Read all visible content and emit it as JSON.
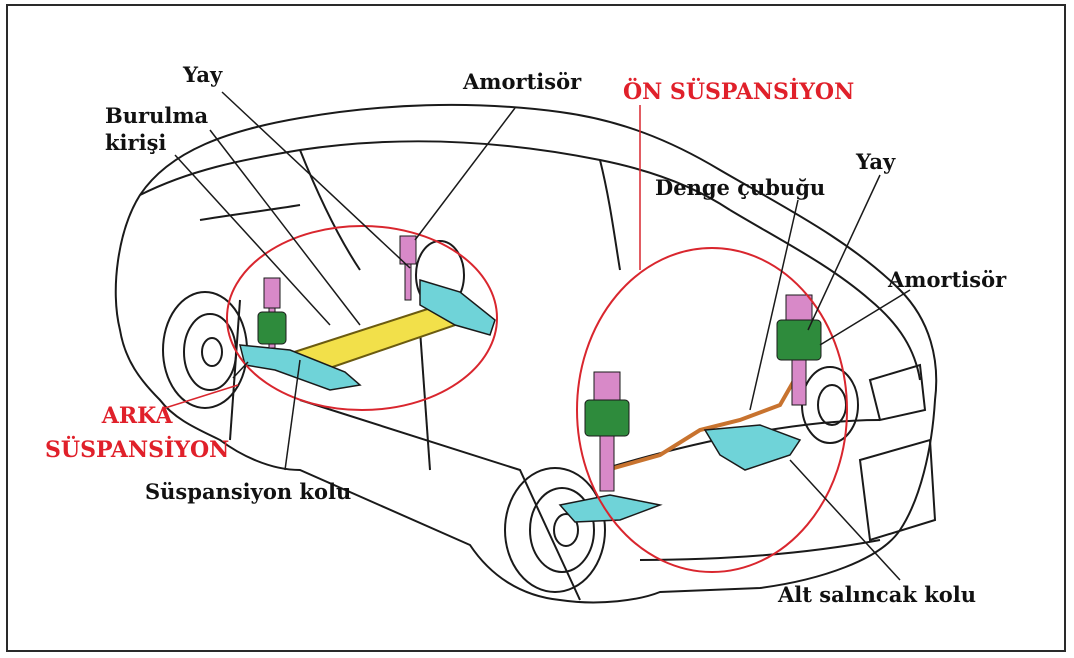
{
  "labels": {
    "rear_spring": "Yay",
    "rear_shock": "Amortisör",
    "torsion_beam": "Burulma\nkirişi",
    "front_suspension": "ÖN SÜSPANSİYON",
    "front_spring": "Yay",
    "stabilizer_bar": "Denge çubuğu",
    "front_shock": "Amortisör",
    "rear_suspension": "ARKA\nSÜSPANSİYON",
    "suspension_arm": "Süspansiyon kolu",
    "lower_control_arm": "Alt salıncak kolu"
  },
  "colors": {
    "highlight_circle": "#d9262e",
    "label_red": "#e0202a",
    "spring": "#2e8b3c",
    "shock": "#d889c8",
    "arm": "#6fd3d8",
    "beam": "#f2e04a",
    "stabilizer": "#c8732f",
    "outline": "#1a1a1a"
  }
}
